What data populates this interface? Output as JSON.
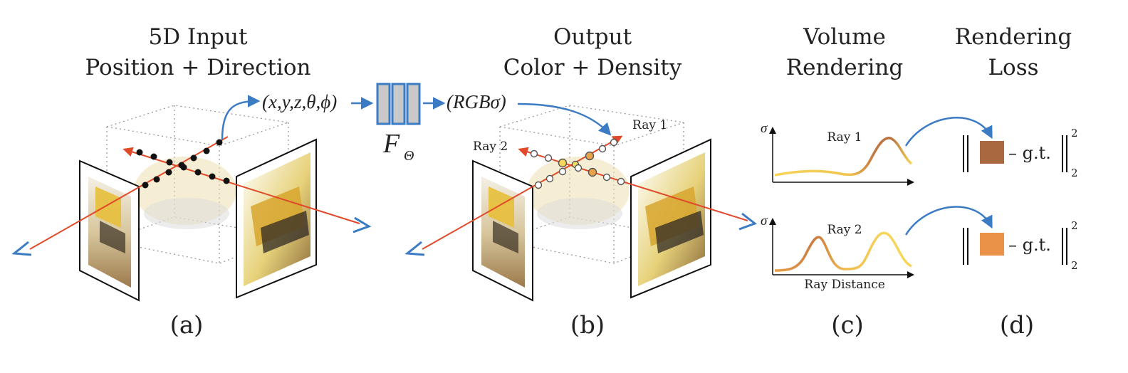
{
  "titles": {
    "a_line1": "5D Input",
    "a_line2": "Position + Direction",
    "b_line1": "Output",
    "b_line2": "Color + Density",
    "c_line1": "Volume",
    "c_line2": "Rendering",
    "d_line1": "Rendering",
    "d_line2": "Loss"
  },
  "formulas": {
    "input": "(x,y,z,θ,ϕ)",
    "network_symbol": "F",
    "network_subscript": "Θ",
    "output": "(RGBσ)"
  },
  "rays": {
    "ray1": "Ray 1",
    "ray2": "Ray 2"
  },
  "plots": {
    "y_symbol": "σ",
    "ray1_title": "Ray 1",
    "ray2_title": "Ray 2",
    "x_label": "Ray Distance"
  },
  "loss": {
    "gt_text": "– g.t.",
    "superscript": "2",
    "subscript": "2",
    "swatch1_color": "#a9683f",
    "swatch2_color": "#ea9248"
  },
  "panels": {
    "a": "(a)",
    "b": "(b)",
    "c": "(c)",
    "d": "(d)"
  },
  "colors": {
    "arrow_blue": "#3b7bc4",
    "ray_red": "#e04a2a",
    "network_fill": "#c9c9c9",
    "curve_start": "#f6d55a",
    "curve_mid": "#e8a24a",
    "curve_peak": "#b5703f"
  }
}
